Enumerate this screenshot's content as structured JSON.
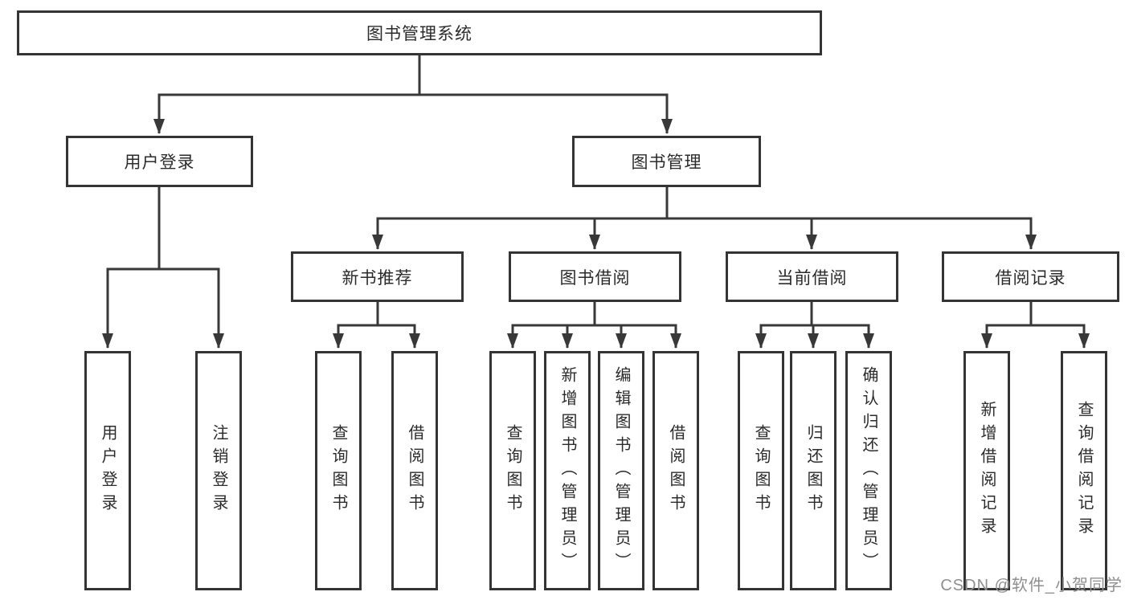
{
  "diagram": {
    "type": "hierarchy-tree",
    "title": "图书管理系统",
    "watermark": "CSDN @软件_小贺同学",
    "colors": {
      "background": "#ffffff",
      "line": "#383838",
      "box_border": "#343434",
      "text": "#2b2b2b",
      "watermark": "#8f8f8f"
    },
    "nodes": {
      "root": "图书管理系统",
      "userLogin": "用户登录",
      "bookMgmt": "图书管理",
      "newBookRec": "新书推荐",
      "bookBorrow": "图书借阅",
      "currentBorrow": "当前借阅",
      "borrowRecord": "借阅记录",
      "leafUserLogin": "用户登录",
      "leafLogout": "注销登录",
      "leafQueryBooks1": "查询图书",
      "leafBorrowBooks1": "借阅图书",
      "leafQueryBooks2": "查询图书",
      "leafAddBook": "新增图书（管理员）",
      "leafEditBook": "编辑图书（管理员）",
      "leafBorrowBooks2": "借阅图书",
      "leafQueryBooks3": "查询图书",
      "leafReturnBook": "归还图书",
      "leafConfirmReturn": "确认归还（管理员）",
      "leafAddRecord": "新增借阅记录",
      "leafQueryRecord": "查询借阅记录"
    },
    "structure": {
      "root_children": [
        "用户登录",
        "图书管理"
      ],
      "用户登录_children": [
        "用户登录",
        "注销登录"
      ],
      "图书管理_children": [
        "新书推荐",
        "图书借阅",
        "当前借阅",
        "借阅记录"
      ],
      "新书推荐_children": [
        "查询图书",
        "借阅图书"
      ],
      "图书借阅_children": [
        "查询图书",
        "新增图书（管理员）",
        "编辑图书（管理员）",
        "借阅图书"
      ],
      "当前借阅_children": [
        "查询图书",
        "归还图书",
        "确认归还（管理员）"
      ],
      "借阅记录_children": [
        "新增借阅记录",
        "查询借阅记录"
      ]
    }
  }
}
